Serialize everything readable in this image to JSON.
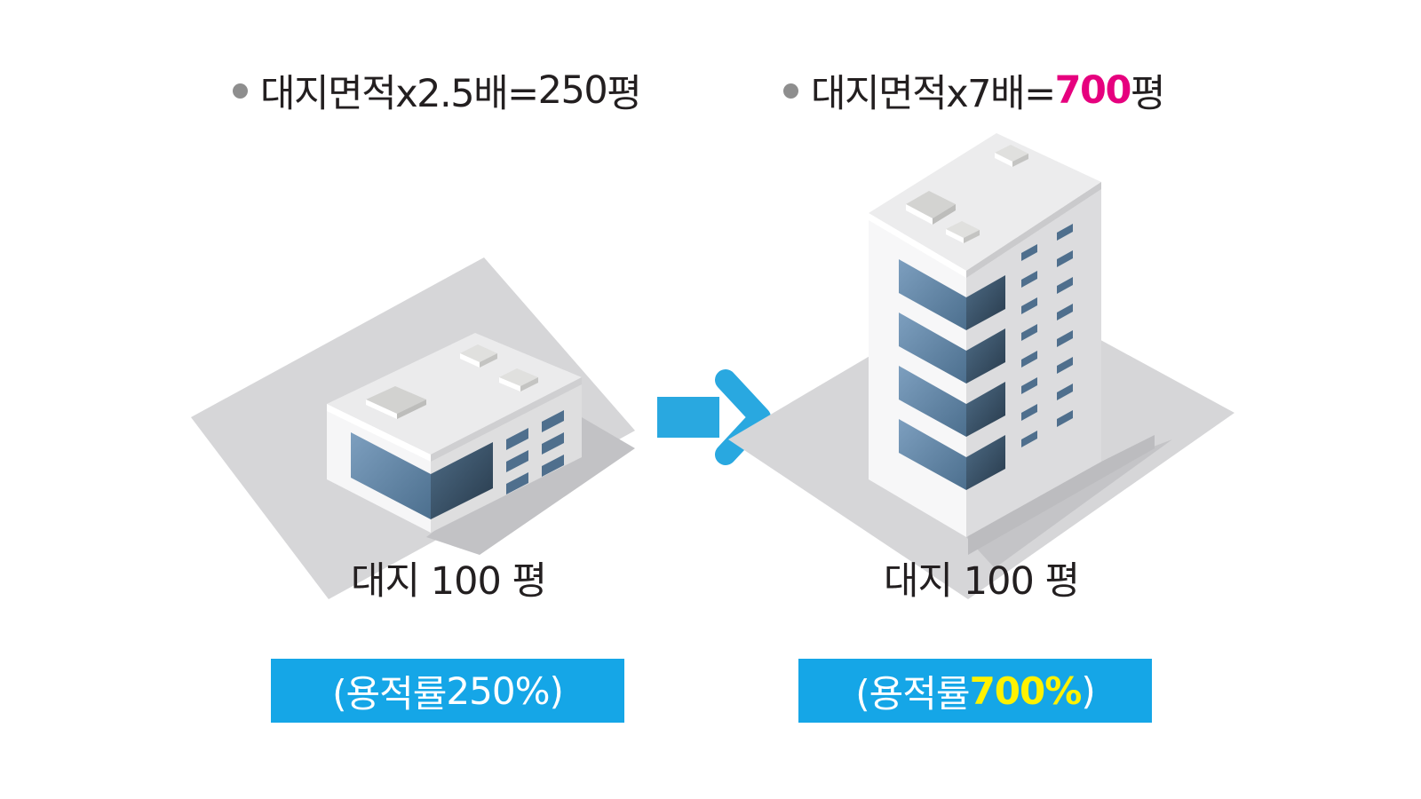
{
  "left": {
    "heading": {
      "prefix": "대지면적x2.5배=",
      "value": "250",
      "suffix": "평"
    },
    "lot_label": "대지 100 평",
    "far": {
      "open": "(용적률 ",
      "value": "250%",
      "close": ")"
    }
  },
  "right": {
    "heading": {
      "prefix": "대지면적x7배=",
      "value": "700",
      "suffix": "평"
    },
    "lot_label": "대지 100 평",
    "far": {
      "open": "(용적률 ",
      "value": "700%",
      "close": ")"
    }
  },
  "colors": {
    "highlight_pink": "#e6007e",
    "highlight_yellow": "#fff200",
    "box_blue": "#15a6e7",
    "arrow_blue": "#29a8e0",
    "lot_gray": "#d4d4d6",
    "bullet_gray": "#8e8e8e"
  },
  "icons": [
    "low-rise-building-icon",
    "high-rise-building-icon",
    "right-arrow-icon"
  ]
}
